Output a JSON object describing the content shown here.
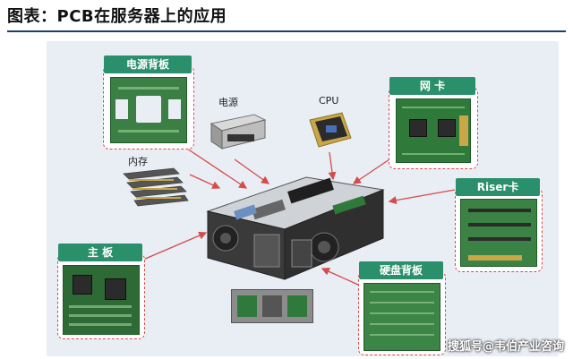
{
  "title": "图表：PCB在服务器上的应用",
  "labels": {
    "power_backplane": "电源背板",
    "psu": "电源",
    "cpu": "CPU",
    "nic": "网 卡",
    "memory": "内存",
    "riser": "Riser卡",
    "motherboard": "主 板",
    "disk_backplane": "硬盘背板"
  },
  "watermark": "搜狐号@韦伯产业咨询",
  "colors": {
    "tag_green": "#2a8f6b",
    "dashed_border": "#d64b4b",
    "pcb_green": "#2f7a3a",
    "title_rule": "#1f3d75"
  }
}
